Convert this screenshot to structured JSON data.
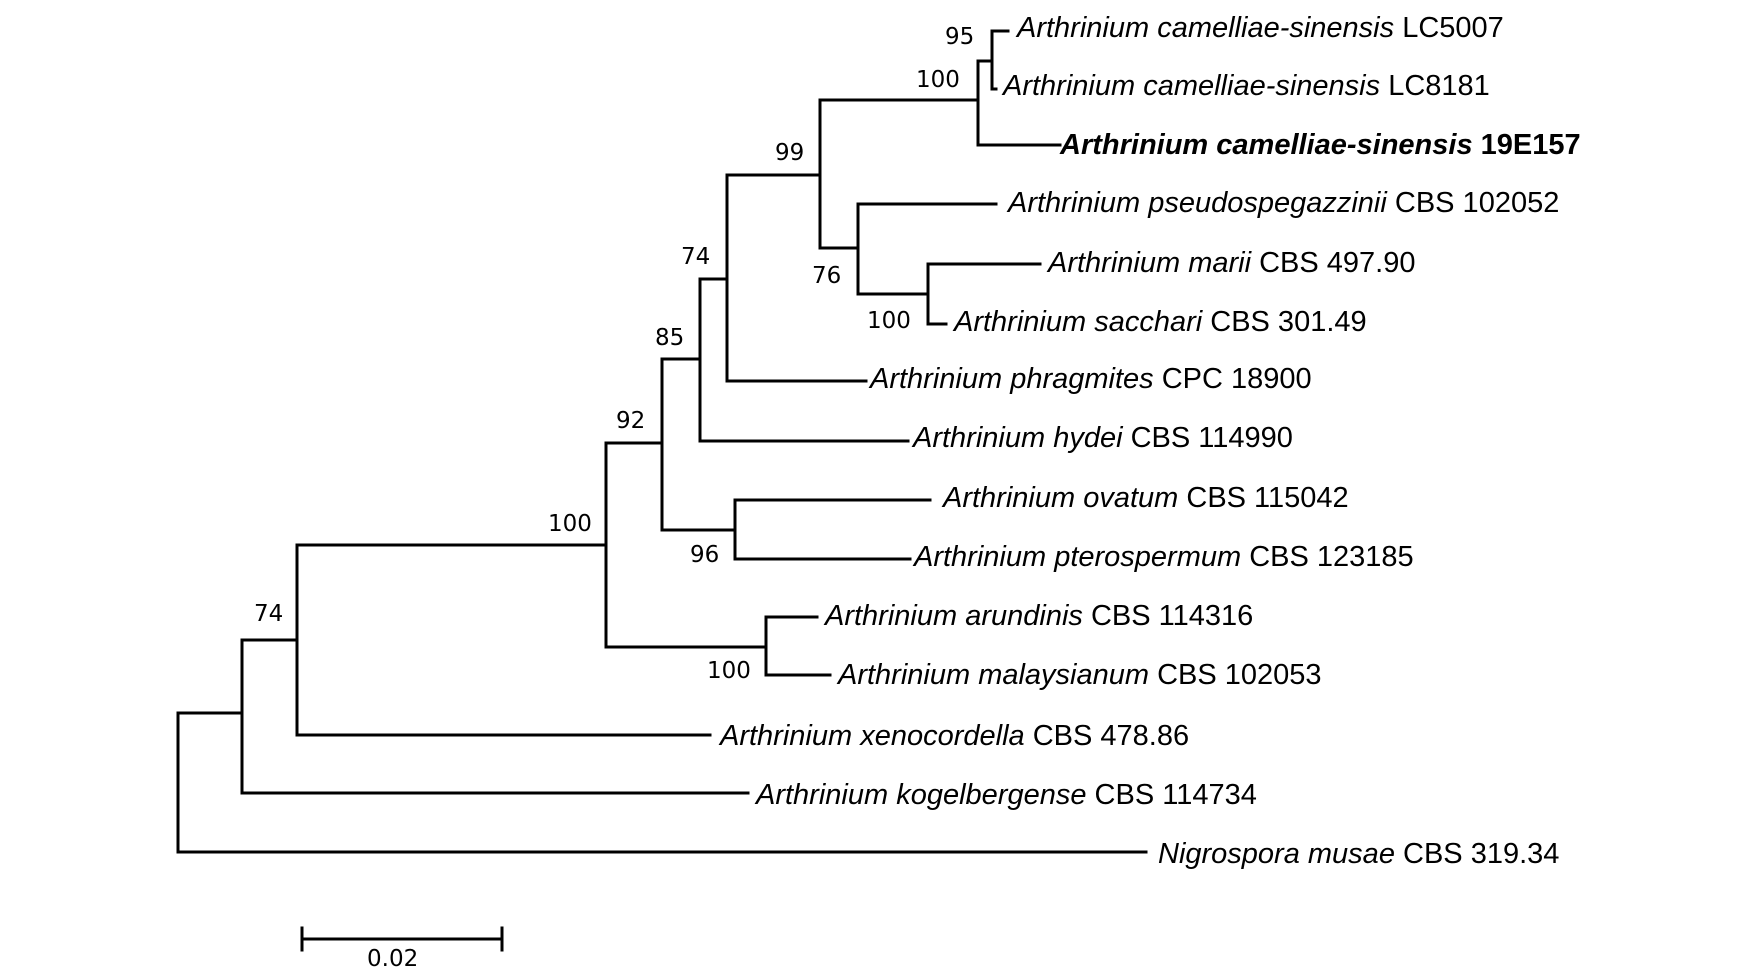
{
  "tree": {
    "taxa": [
      {
        "species": "Arthrinium camelliae-sinensis",
        "strain": "LC5007",
        "highlight": false
      },
      {
        "species": "Arthrinium camelliae-sinensis",
        "strain": "LC8181",
        "highlight": false
      },
      {
        "species": "Arthrinium camelliae-sinensis",
        "strain": "19E157",
        "highlight": true
      },
      {
        "species": "Arthrinium pseudospegazzinii",
        "strain": "CBS 102052",
        "highlight": false
      },
      {
        "species": "Arthrinium marii",
        "strain": "CBS 497.90",
        "highlight": false
      },
      {
        "species": "Arthrinium sacchari",
        "strain": "CBS 301.49",
        "highlight": false
      },
      {
        "species": "Arthrinium phragmites",
        "strain": "CPC 18900",
        "highlight": false
      },
      {
        "species": "Arthrinium hydei",
        "strain": "CBS 114990",
        "highlight": false
      },
      {
        "species": "Arthrinium ovatum",
        "strain": "CBS 115042",
        "highlight": false
      },
      {
        "species": "Arthrinium pterospermum",
        "strain": "CBS 123185",
        "highlight": false
      },
      {
        "species": "Arthrinium arundinis",
        "strain": "CBS 114316",
        "highlight": false
      },
      {
        "species": "Arthrinium malaysianum",
        "strain": "CBS 102053",
        "highlight": false
      },
      {
        "species": "Arthrinium xenocordella",
        "strain": "CBS 478.86",
        "highlight": false
      },
      {
        "species": "Arthrinium kogelbergense",
        "strain": "CBS 114734",
        "highlight": false
      },
      {
        "species": "Nigrospora musae",
        "strain": "CBS 319.34",
        "highlight": false
      }
    ],
    "support_values": [
      "95",
      "100",
      "99",
      "76",
      "100",
      "74",
      "85",
      "92",
      "96",
      "100",
      "100",
      "74"
    ],
    "scale_bar": {
      "label": "0.02",
      "value": 0.02
    }
  }
}
